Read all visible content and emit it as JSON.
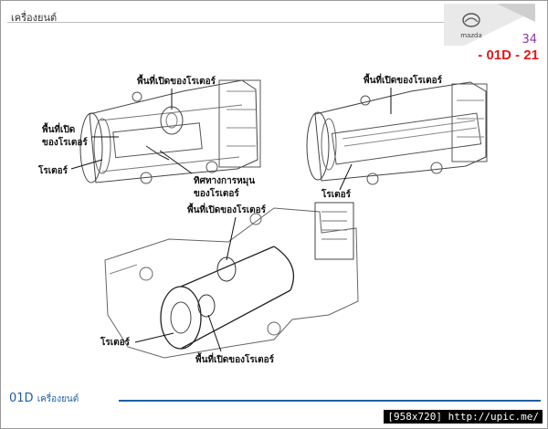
{
  "header": {
    "title": "เครื่องยนต์",
    "logo_text": "mazda",
    "page_number": "34",
    "slide_code": "- 01D - 21"
  },
  "labels": {
    "fig1_top": "พื้นที่เปิดของโรเตอร์",
    "fig1_left_line1": "พื้นที่เปิด",
    "fig1_left_line2": "ของโรเตอร์",
    "fig1_rotor": "โรเตอร์",
    "fig1_dir_line1": "ทิศทางการหมุน",
    "fig1_dir_line2": "ของโรเตอร์",
    "fig2_top": "พื้นที่เปิดของโรเตอร์",
    "fig2_rotor": "โรเตอร์",
    "fig3_top": "พื้นที่เปิดของโรเตอร์",
    "fig3_rotor": "โรเตอร์",
    "fig3_bottom": "พื้นที่เปิดของโรเตอร์"
  },
  "footer": {
    "code": "01D",
    "label": "เครื่องยนต์"
  },
  "watermark": "[958x720] http://upic.me/",
  "colors": {
    "accent_red": "#e01a1a",
    "page_purple": "#8b3a9e",
    "footer_blue": "#1c5fa8"
  }
}
